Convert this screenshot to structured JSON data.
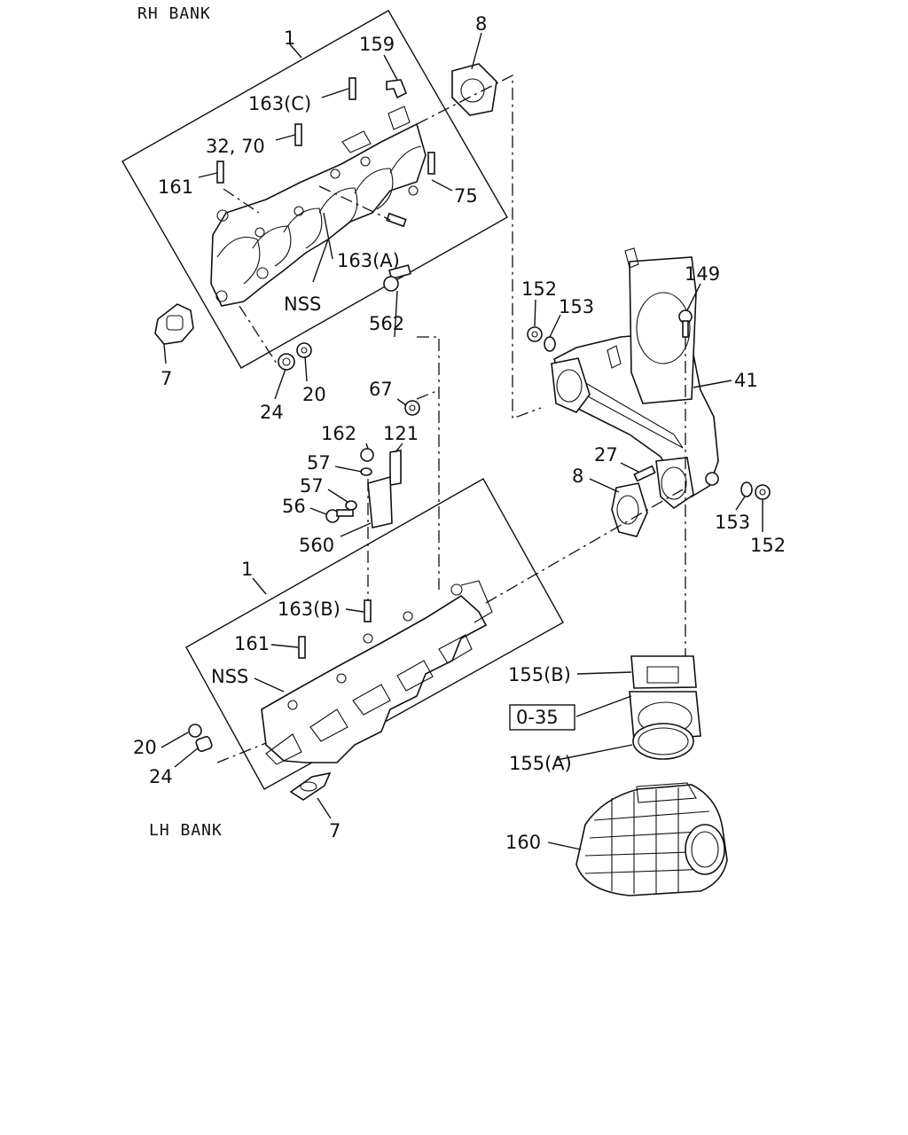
{
  "banks": {
    "rh": "RH BANK",
    "lh": "LH BANK"
  },
  "callouts": {
    "c_1_top": "1",
    "c_159": "159",
    "c_8_top": "8",
    "c_163c": "163(C)",
    "c_3270": "32, 70",
    "c_161_top": "161",
    "c_75": "75",
    "c_163a": "163(A)",
    "c_nss_top": "NSS",
    "c_7_top": "7",
    "c_24_top": "24",
    "c_20_top": "20",
    "c_562": "562",
    "c_67": "67",
    "c_162": "162",
    "c_121": "121",
    "c_57a": "57",
    "c_57b": "57",
    "c_56": "56",
    "c_560": "560",
    "c_152_top": "152",
    "c_153_top": "153",
    "c_149": "149",
    "c_41": "41",
    "c_27": "27",
    "c_8_mid": "8",
    "c_153_bot": "153",
    "c_152_bot": "152",
    "c_1_bot": "1",
    "c_163b": "163(B)",
    "c_161_bot": "161",
    "c_nss_bot": "NSS",
    "c_155b": "155(B)",
    "c_035": "0-35",
    "c_155a": "155(A)",
    "c_20_bot": "20",
    "c_24_bot": "24",
    "c_7_bot": "7",
    "c_160": "160"
  }
}
